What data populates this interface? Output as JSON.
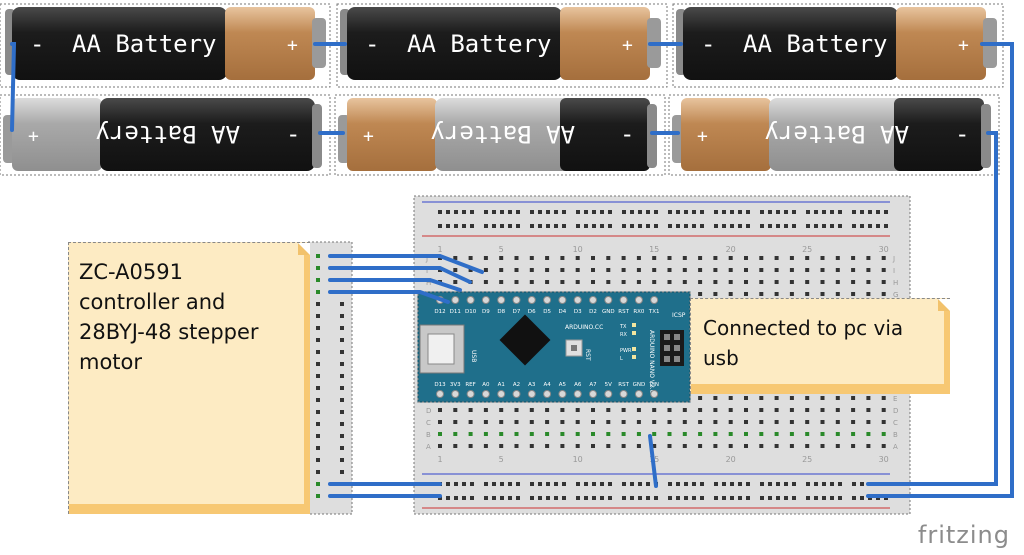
{
  "batteries": {
    "label": "AA Battery",
    "minus": "-",
    "plus": "+"
  },
  "notes": {
    "motor_note": "ZC-A0591\ncontroller and\n28BYJ-48 stepper\nmotor",
    "pc_note": "Connected to pc via\nusb"
  },
  "breadboard": {
    "column_numbers": [
      "1",
      "5",
      "10",
      "15",
      "20",
      "25",
      "30"
    ],
    "row_letters_top": [
      "J",
      "I",
      "H",
      "G",
      "F"
    ],
    "row_letters_bottom": [
      "E",
      "D",
      "C",
      "B",
      "A"
    ]
  },
  "arduino": {
    "brand": "ARDUINO.CC",
    "model": "ARDUINO NANO V3.0",
    "top_pins": [
      "D12",
      "D11",
      "D10",
      "D9",
      "D8",
      "D7",
      "D6",
      "D5",
      "D4",
      "D3",
      "D2",
      "GND",
      "RST",
      "RX0",
      "TX1"
    ],
    "bottom_pins": [
      "D13",
      "3V3",
      "REF",
      "A0",
      "A1",
      "A2",
      "A3",
      "A4",
      "A5",
      "A6",
      "A7",
      "5V",
      "RST",
      "GND",
      "VIN"
    ],
    "icsp": "ICSP",
    "rst_label": "RST",
    "usb_label": "USB",
    "led_labels": [
      "TX",
      "RX",
      "PWR",
      "L"
    ]
  },
  "logo": {
    "text": "fritzing"
  },
  "colors": {
    "wire": "#2f6ec8",
    "battery_body": "#1c1c1c",
    "battery_cap": "#bf8853",
    "arduino_board": "#1f6f8b",
    "breadboard": "#dcdcdc",
    "note_bg": "#fdebc3"
  }
}
